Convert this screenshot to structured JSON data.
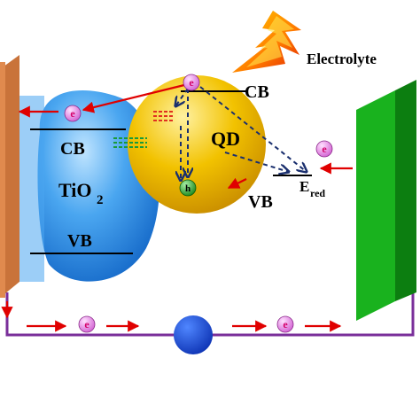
{
  "labels": {
    "electrolyte": "Electrolyte",
    "qd_cb": "CB",
    "qd_vb": "VB",
    "qd": "QD",
    "tio2_cb": "CB",
    "tio2_vb": "VB",
    "tio2_main": "TiO",
    "tio2_sub": "2",
    "e_red_main": "E",
    "e_red_sub": "red",
    "electron": "e",
    "hole": "h"
  },
  "colors": {
    "photoanode": "#e08a4e",
    "counter_electrode": "#19b21e",
    "tio2": "#2f8fe6",
    "qd": "#f0b800",
    "circuit": "#7a2f9a",
    "arrow": "#e00000",
    "dashed_arrow": "#1a2f6e",
    "load": "#0a3fd6",
    "electron": "#f07ef0",
    "hole": "#1e9a1e"
  },
  "icons": {
    "light": "lightning-bolt-icon"
  }
}
